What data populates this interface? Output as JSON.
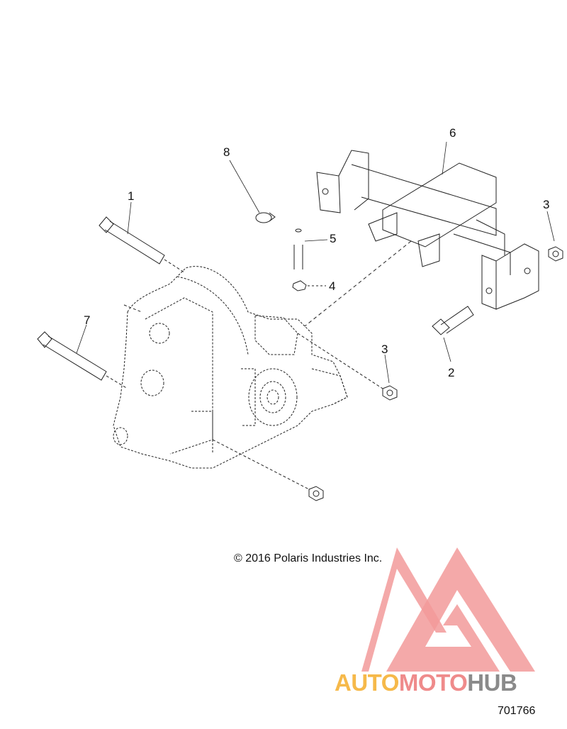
{
  "callouts": [
    {
      "id": "1",
      "label": "1"
    },
    {
      "id": "2",
      "label": "2"
    },
    {
      "id": "3a",
      "label": "3"
    },
    {
      "id": "3b",
      "label": "3"
    },
    {
      "id": "4",
      "label": "4"
    },
    {
      "id": "5",
      "label": "5"
    },
    {
      "id": "6",
      "label": "6"
    },
    {
      "id": "7",
      "label": "7"
    },
    {
      "id": "8",
      "label": "8"
    }
  ],
  "copyright": "© 2016 Polaris Industries Inc.",
  "document_number": "701766",
  "watermark": {
    "part1": "AUTO",
    "part2": "MOTO",
    "part3": "HUB",
    "colors": {
      "auto": "#f6b94a",
      "moto": "#ef8b8b",
      "hub": "#8a8a8a",
      "logo": "#f29a9a"
    }
  }
}
